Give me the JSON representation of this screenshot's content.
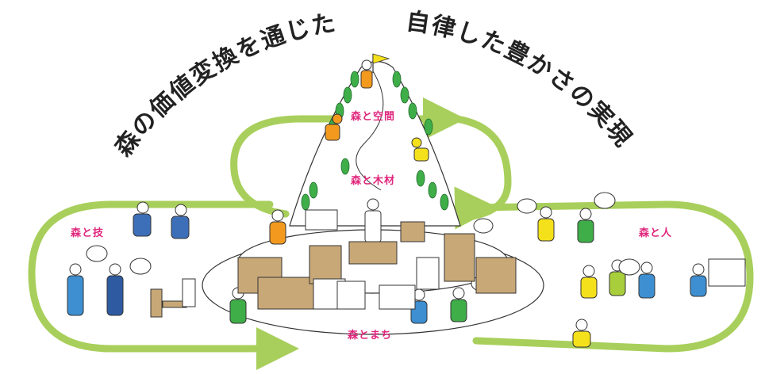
{
  "title": {
    "part1": "森の価値変換を通じた",
    "part2": "自律した豊かさの実現"
  },
  "labels": {
    "space": "森と空間",
    "wood": "森と木材",
    "skill": "森と技",
    "people": "森と人",
    "town": "森とまち"
  },
  "colors": {
    "loop": "#a8cf5b",
    "label": "#e0267c",
    "tree": "#3fae49",
    "orange": "#f39a1e",
    "yellow": "#f5e11b",
    "blue": "#3d8fd1",
    "cardboard": "#c9a878"
  }
}
